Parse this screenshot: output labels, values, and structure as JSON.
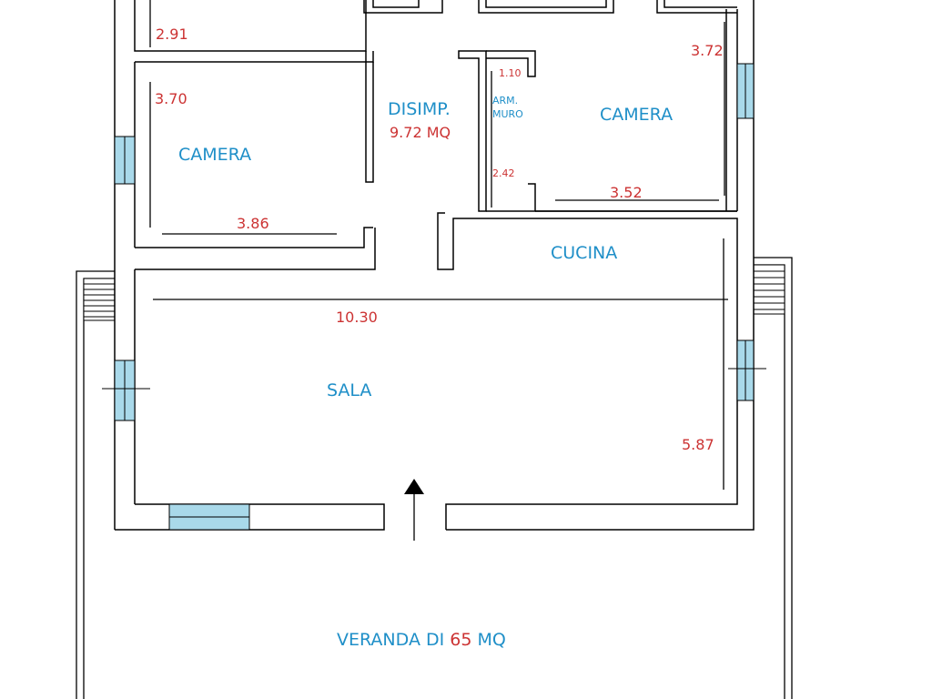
{
  "rooms": {
    "camera_left": {
      "label": "CAMERA"
    },
    "camera_right": {
      "label": "CAMERA"
    },
    "disimpegno": {
      "label": "DISIMP.",
      "area": "9.72 MQ"
    },
    "armadio": {
      "label_line1": "ARM.",
      "label_line2": "MURO"
    },
    "cucina": {
      "label": "CUCINA"
    },
    "sala": {
      "label": "SALA"
    },
    "veranda": {
      "label_prefix": "VERANDA DI ",
      "area_value": "65",
      "area_unit": " MQ"
    }
  },
  "dimensions": {
    "top_left_room": "2.91",
    "camera_left_height": "3.70",
    "camera_left_width": "3.86",
    "camera_right_height": "3.72",
    "camera_right_width": "3.52",
    "armadio_width": "1.10",
    "armadio_height": "2.42",
    "sala_width": "10.30",
    "sala_height": "5.87"
  },
  "colors": {
    "label_blue": "#1f8fc8",
    "dimension_red": "#cc3333",
    "window_fill": "#a9d9ea"
  }
}
